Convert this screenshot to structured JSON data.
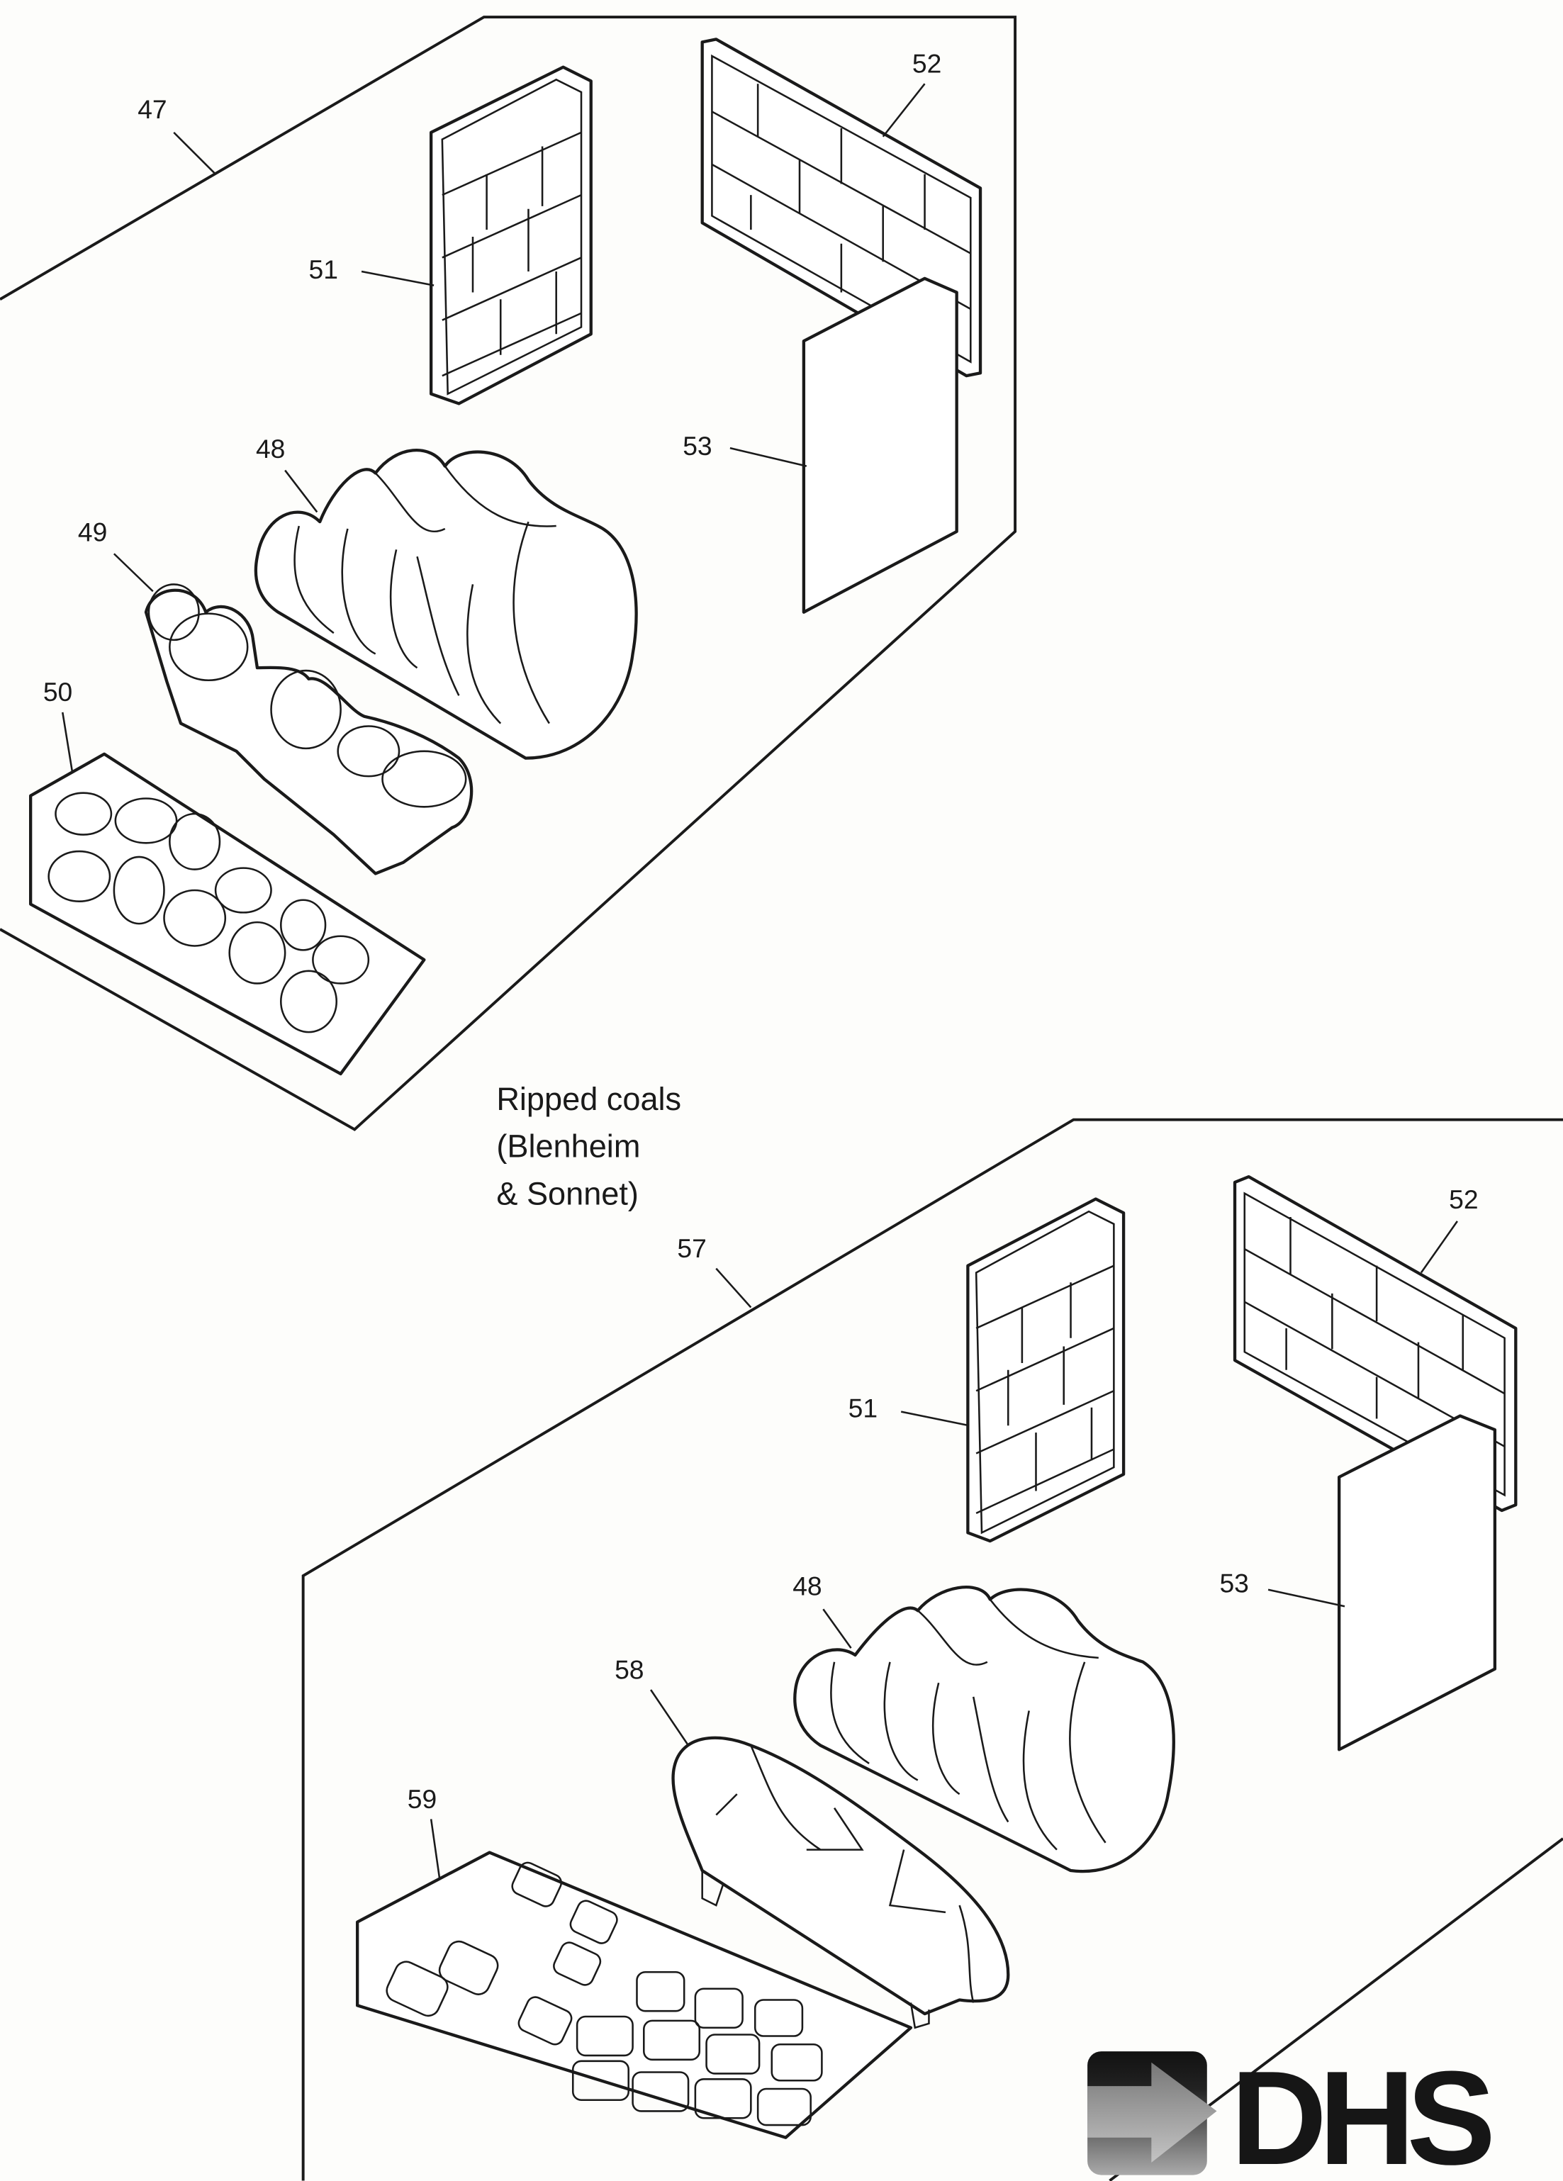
{
  "top_assembly": {
    "labels": {
      "assembly": "47",
      "side_brick_panel": "51",
      "rear_brick_panel": "52",
      "side_plain_panel": "53",
      "fuel_bed": "48",
      "front_log": "49",
      "coals": "50"
    }
  },
  "caption": {
    "line1": "Ripped coals",
    "line2": "(Blenheim",
    "line3": "& Sonnet)"
  },
  "bottom_assembly": {
    "labels": {
      "assembly": "57",
      "rear_brick_panel": "52",
      "side_brick_panel": "51",
      "side_plain_panel": "53",
      "fuel_bed": "48",
      "front_log": "58",
      "coals": "59"
    }
  },
  "logo": {
    "text": "DHS"
  },
  "colors": {
    "line": "#1a1a1a",
    "paper": "#fdfdfb"
  }
}
